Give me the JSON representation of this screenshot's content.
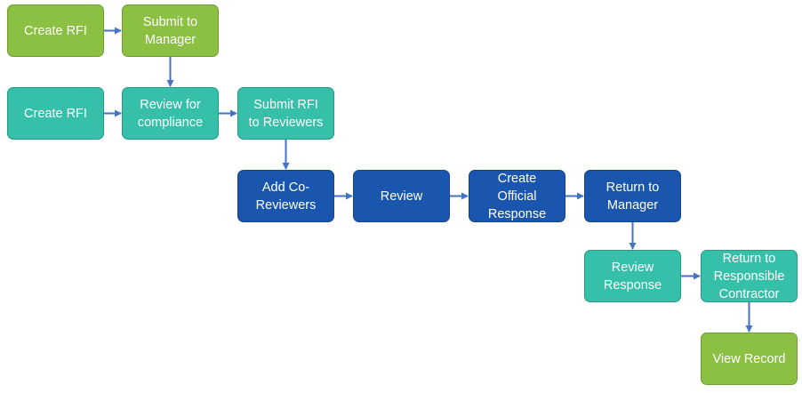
{
  "colors": {
    "green": "#8bc043",
    "teal": "#36bfa9",
    "blue": "#1a56ad",
    "arrow": "#4472c4"
  },
  "nodes": {
    "create_rfi_green": "Create RFI",
    "submit_to_manager": "Submit to\nManager",
    "create_rfi_teal": "Create RFI",
    "review_for_compliance": "Review for\ncompliance",
    "submit_rfi_to_reviewers": "Submit RFI\nto Reviewers",
    "add_co_reviewers": "Add Co-\nReviewers",
    "review": "Review",
    "create_official_response": "Create\nOfficial\nResponse",
    "return_to_manager": "Return to\nManager",
    "review_response": "Review\nResponse",
    "return_to_responsible_contractor": "Return to\nResponsible\nContractor",
    "view_record": "View Record"
  },
  "edges": [
    [
      "create_rfi_green",
      "submit_to_manager"
    ],
    [
      "submit_to_manager",
      "review_for_compliance"
    ],
    [
      "create_rfi_teal",
      "review_for_compliance"
    ],
    [
      "review_for_compliance",
      "submit_rfi_to_reviewers"
    ],
    [
      "submit_rfi_to_reviewers",
      "add_co_reviewers"
    ],
    [
      "add_co_reviewers",
      "review"
    ],
    [
      "review",
      "create_official_response"
    ],
    [
      "create_official_response",
      "return_to_manager"
    ],
    [
      "return_to_manager",
      "review_response"
    ],
    [
      "review_response",
      "return_to_responsible_contractor"
    ],
    [
      "return_to_responsible_contractor",
      "view_record"
    ]
  ]
}
